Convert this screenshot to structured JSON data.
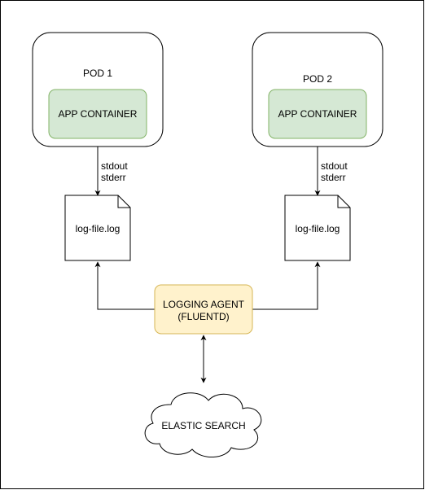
{
  "pods": [
    {
      "title": "POD 1",
      "container": "APP CONTAINER"
    },
    {
      "title": "POD 2",
      "container": "APP CONTAINER"
    }
  ],
  "streams": [
    {
      "line1": "stdout",
      "line2": "stderr"
    },
    {
      "line1": "stdout",
      "line2": "stderr"
    }
  ],
  "log_files": [
    {
      "label": "log-file.log"
    },
    {
      "label": "log-file.log"
    }
  ],
  "agent": {
    "line1": "LOGGING AGENT",
    "line2": "(FLUENTD)"
  },
  "storage": {
    "label": "ELASTIC SEARCH",
    "shape": "cloud-icon"
  },
  "colors": {
    "container_fill": "#d5e8d4",
    "container_stroke": "#82b366",
    "agent_fill": "#fff2cc",
    "agent_stroke": "#d6b656",
    "stroke": "#000000"
  }
}
